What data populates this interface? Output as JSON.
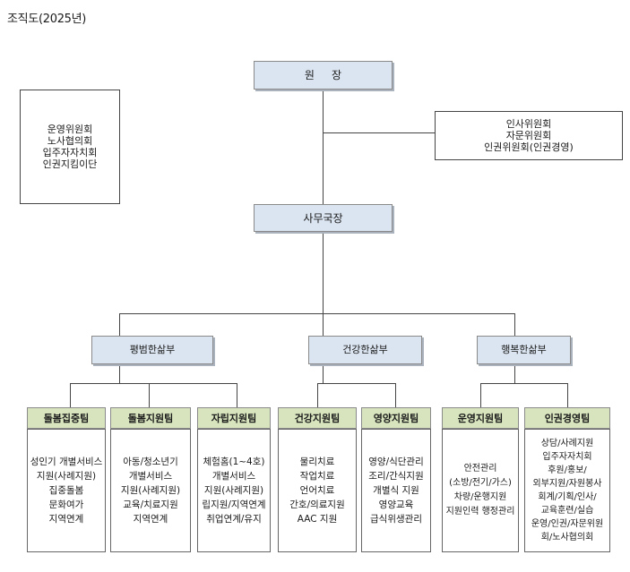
{
  "title": "조직도(2025년)",
  "director": "원     장",
  "committees_left": [
    "운영위원회",
    "노사협의회",
    "입주자자치회",
    "인권지킴이단"
  ],
  "committees_right": [
    "인사위원회",
    "자문위원회",
    "인권위원회(인권경영)"
  ],
  "secretary_general": "사무국장",
  "departments": [
    {
      "name": "평범한삶부",
      "teams": [
        {
          "name": "돌봄집중팀",
          "duties": [
            "성인기 개별서비스",
            "지원(사례지원)",
            "집중돌봄",
            "문화여가",
            "지역연계"
          ]
        },
        {
          "name": "돌봄지원팀",
          "duties": [
            "아동/청소년기",
            "개별서비스",
            "지원(사례지원)",
            "교육/치료지원",
            "지역연계"
          ]
        },
        {
          "name": "자립지원팀",
          "duties": [
            "체험홈(1~4호)",
            "개별서비스",
            "지원(사례지원)",
            "립지원/지역연계",
            "취업연계/유지"
          ]
        }
      ]
    },
    {
      "name": "건강한삶부",
      "teams": [
        {
          "name": "건강지원팀",
          "duties": [
            "물리치료",
            "작업치료",
            "언어치료",
            "간호/의료지원",
            "AAC 지원"
          ]
        },
        {
          "name": "영양지원팀",
          "duties": [
            "영양/식단관리",
            "조리/간식지원",
            "개별식 지원",
            "영양교육",
            "급식위생관리"
          ]
        }
      ]
    },
    {
      "name": "행복한삶부",
      "teams": [
        {
          "name": "운영지원팀",
          "duties": [
            "안전관리",
            "(소방/전기/가스)",
            "차량/운행지원",
            "지원인력 행정관리"
          ]
        },
        {
          "name": "인권경영팀",
          "duties": [
            "상담/사례지원",
            "입주자자치회",
            "후원/홍보/",
            "외부지원/자원봉사",
            "회계/기획/인사/",
            "교육훈련/실습",
            "운영/인권/자문위원",
            "회/노사협의회"
          ]
        }
      ]
    }
  ]
}
